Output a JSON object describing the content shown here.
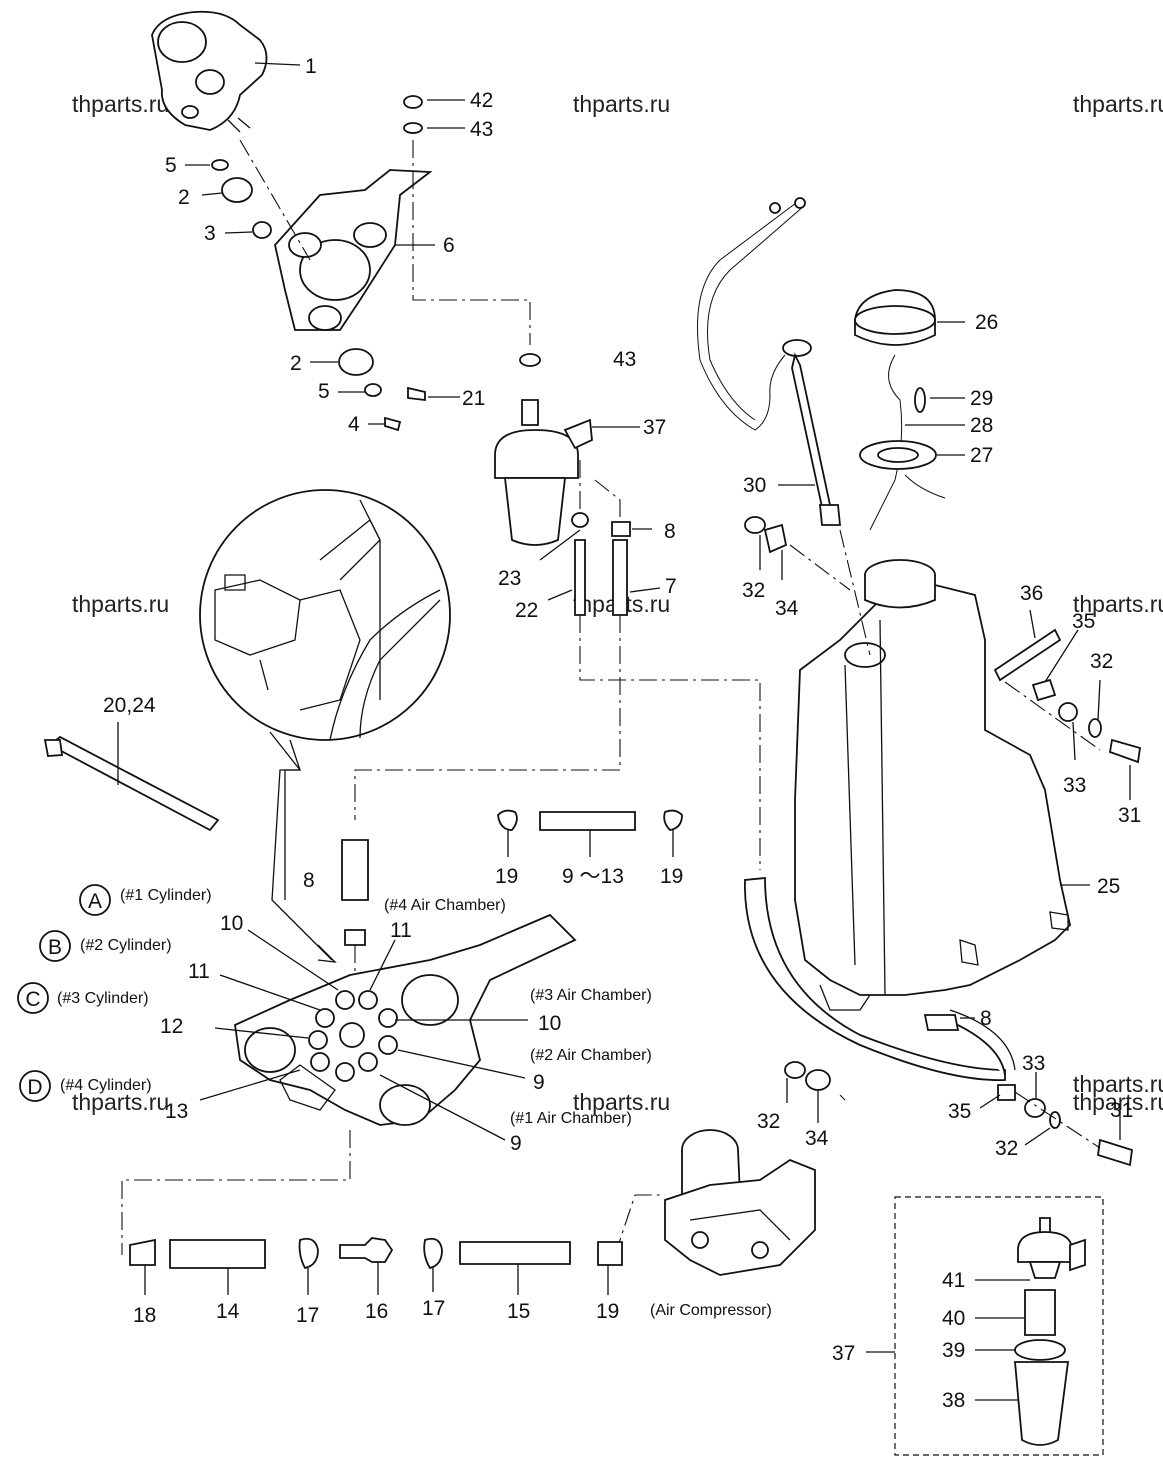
{
  "watermarks": [
    "thparts.ru",
    "thparts.ru",
    "thparts.ru",
    "thparts.ru",
    "thparts.ru",
    "thparts.ru",
    "thparts.ru",
    "thparts.ru",
    "thparts.ru",
    "thparts.ru"
  ],
  "part_labels": [
    "1",
    "42",
    "43",
    "5",
    "2",
    "3",
    "6",
    "2",
    "5",
    "21",
    "4",
    "43",
    "37",
    "8",
    "23",
    "22",
    "7",
    "26",
    "29",
    "28",
    "27",
    "30",
    "32",
    "34",
    "36",
    "35",
    "32",
    "33",
    "31",
    "20,24",
    "19",
    "9 ～13",
    "19",
    "25",
    "8",
    "10",
    "11",
    "11",
    "10",
    "12",
    "9",
    "13",
    "9",
    "8",
    "32",
    "34",
    "35",
    "33",
    "31",
    "32",
    "18",
    "14",
    "17",
    "16",
    "17",
    "15",
    "19",
    "41",
    "40",
    "39",
    "38",
    "37"
  ],
  "circle_letters": [
    "A",
    "B",
    "C",
    "D"
  ],
  "captions": {
    "cyl1": "(#1 Cylinder)",
    "cyl2": "(#2 Cylinder)",
    "cyl3": "(#3 Cylinder)",
    "cyl4": "(#4 Cylinder)",
    "air4": "(#4 Air Chamber)",
    "air3": "(#3 Air Chamber)",
    "air2": "(#2 Air Chamber)",
    "air1": "(#1 Air Chamber)",
    "compressor": "(Air Compressor)"
  }
}
